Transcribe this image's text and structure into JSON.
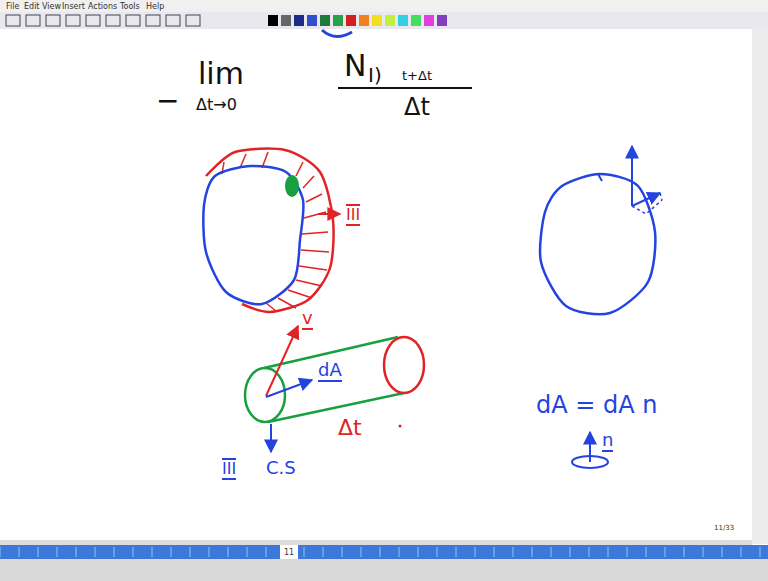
{
  "diagram": {
    "labels": [
      "File",
      "Edit",
      "View",
      "Insert",
      "Actions",
      "Tools",
      "Help",
      "−",
      "lim",
      "Δt→0",
      "N",
      "I)",
      "t+Δt",
      "Δt",
      "III",
      "v",
      "dA",
      "Δt",
      "III",
      "C.S",
      "dA = dA n",
      "n",
      "11/33",
      "11"
    ]
  }
}
